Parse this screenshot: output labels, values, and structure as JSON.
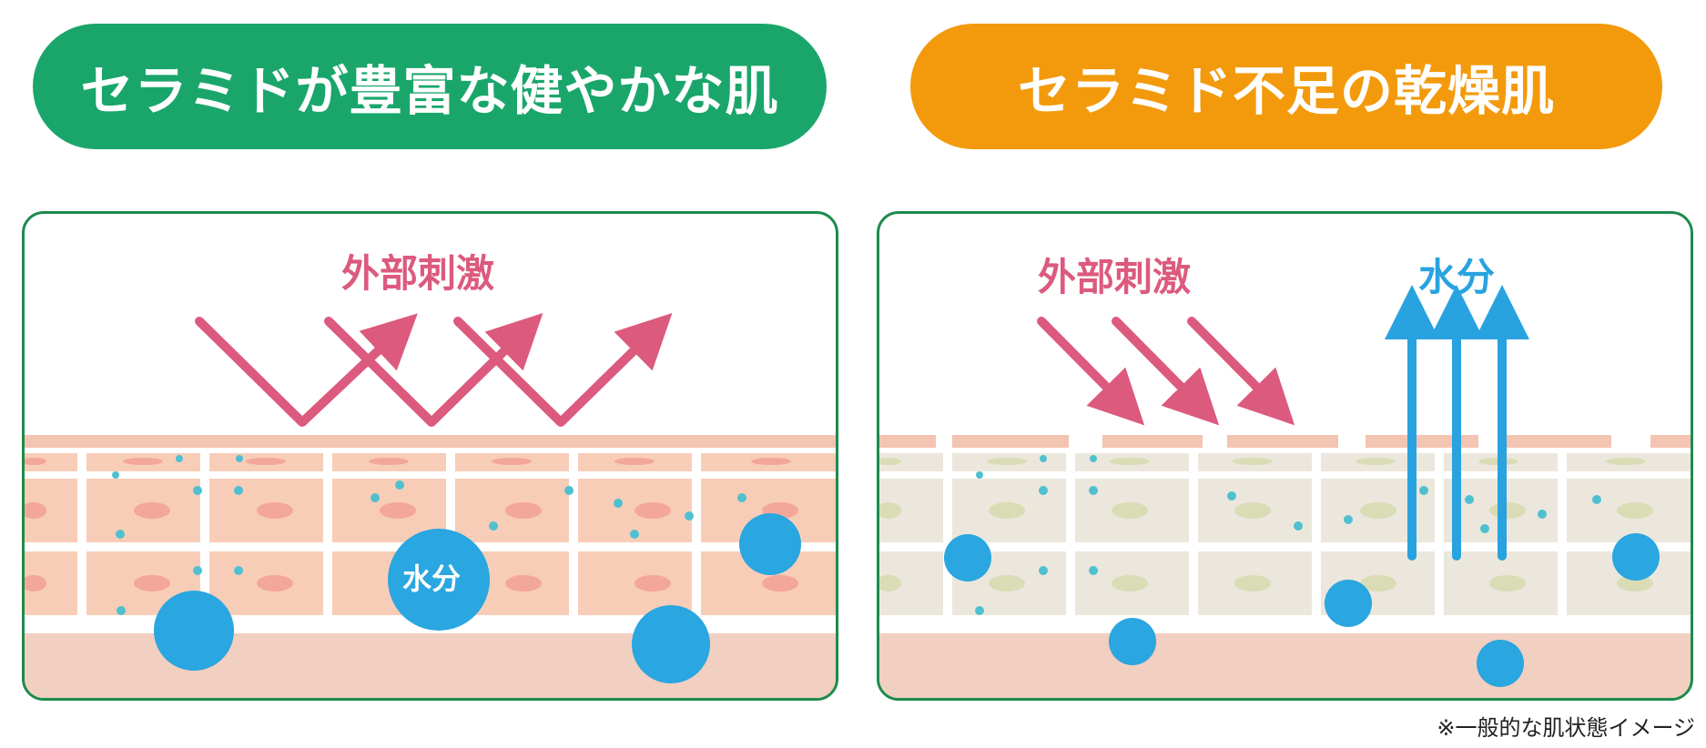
{
  "left": {
    "title": "セラミドが豊富な健やかな肌",
    "stimulus_label": "外部刺激",
    "moisture_label": "水分"
  },
  "right": {
    "title": "セラミド不足の乾燥肌",
    "stimulus_label": "外部刺激",
    "moisture_label": "水分"
  },
  "footnote": "※一般的な肌状態イメージ",
  "colors": {
    "green": "#1aa66b",
    "orange": "#f39a0c",
    "pink_arrow": "#dc5a7e",
    "blue_arrow": "#29a3df",
    "moisture_drop": "#2aa6e0",
    "healthy_cell": "#f8cdb8",
    "dry_cell": "#ece7dc",
    "dermis": "#f1cfc1"
  },
  "icons": [
    "reflect-arrow-icon",
    "incoming-arrow-icon",
    "evaporation-arrow-icon",
    "moisture-drop-icon"
  ]
}
